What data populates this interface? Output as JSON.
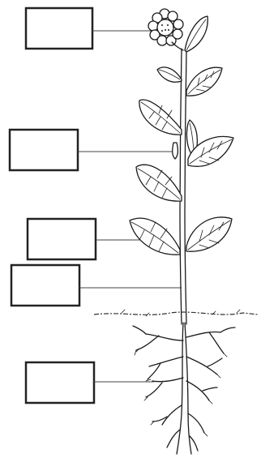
{
  "diagram": {
    "labels": [
      {
        "target": "flower",
        "text": ""
      },
      {
        "target": "bud",
        "text": ""
      },
      {
        "target": "leaf",
        "text": ""
      },
      {
        "target": "stem",
        "text": ""
      },
      {
        "target": "root",
        "text": ""
      }
    ]
  },
  "colors": {
    "ink": "#1a1a1a",
    "box_border": "#222222",
    "background": "#ffffff"
  }
}
